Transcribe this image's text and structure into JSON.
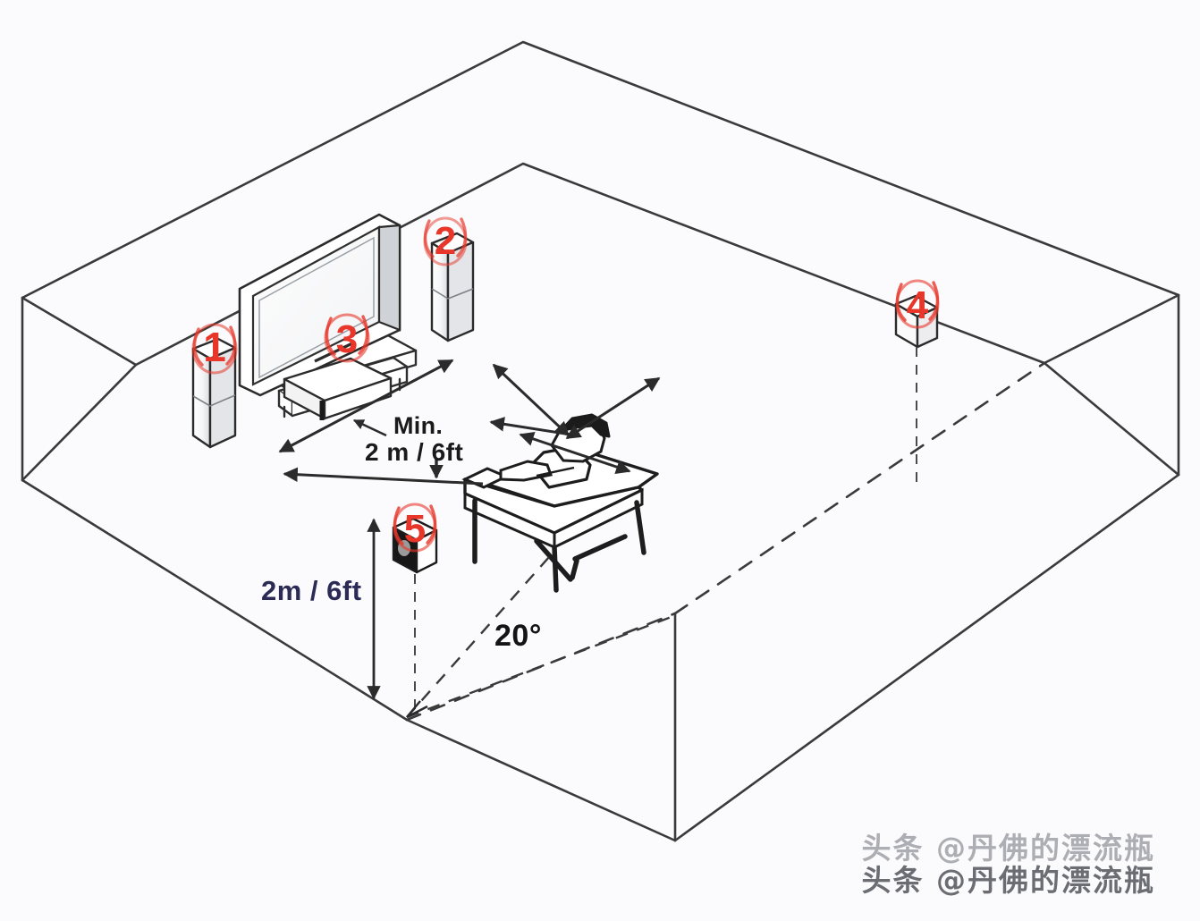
{
  "page": {
    "type": "home-theater-speaker-placement-diagram",
    "background_color": "#fbfbfd",
    "ink_color": "#2b2b2b",
    "marker_color": "#e8372a",
    "dimension_text_color": "#2b2b55"
  },
  "labels": {
    "min_title": "Min.",
    "min_distance": "2 m / 6ft",
    "height": "2m / 6ft",
    "angle": "20°"
  },
  "markers": [
    {
      "id": 1,
      "text": "(1)",
      "target": "front-left-tower-speaker"
    },
    {
      "id": 2,
      "text": "(2)",
      "target": "front-right-tower-speaker"
    },
    {
      "id": 3,
      "text": "(3)",
      "target": "center-channel-speaker"
    },
    {
      "id": 4,
      "text": "(4)",
      "target": "surround-right-speaker"
    },
    {
      "id": 5,
      "text": "(5)",
      "target": "surround-left-speaker"
    }
  ],
  "objects": {
    "room": "isometric-room-wireframe",
    "tv": "flat-panel-television",
    "stand": "tv-media-stand",
    "sofa": "couch-with-seated-viewer",
    "viewer": "seated-person"
  },
  "watermark": {
    "line1": "头条 @丹佛的漂流瓶",
    "line2": "头条 @丹佛的漂流瓶"
  }
}
